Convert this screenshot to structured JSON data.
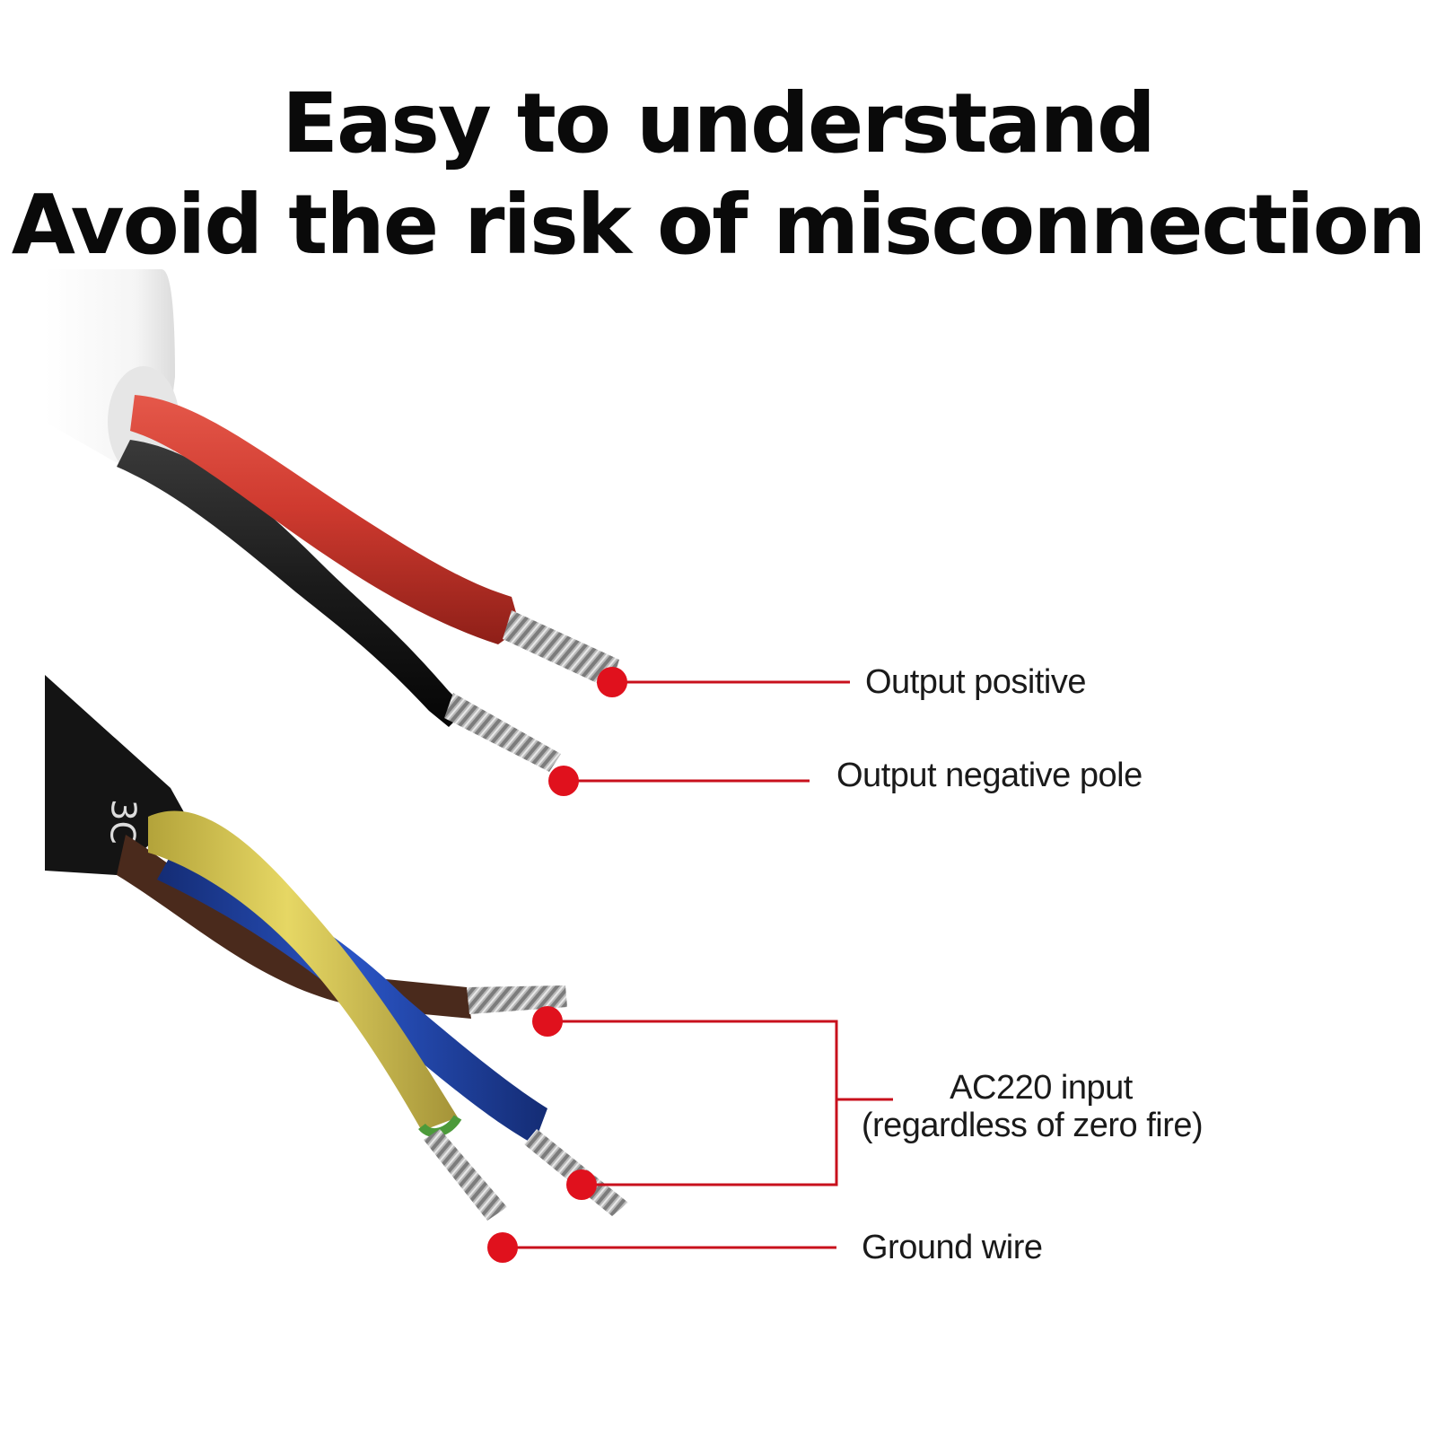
{
  "headline": {
    "line1": "Easy to understand",
    "line2": "Avoid the risk of misconnection"
  },
  "cable_marking": "3C",
  "labels": {
    "output_positive": "Output positive",
    "output_negative": "Output negative pole",
    "ac_input_line1": "AC220 input",
    "ac_input_line2": "(regardless of zero fire)",
    "ground_wire": "Ground wire"
  },
  "colors": {
    "marker": "#e0111d",
    "leader_line": "#c8101c",
    "red_wire": "#cf3a2f",
    "black_wire": "#1b1b1b",
    "brown_wire": "#4a2a1c",
    "blue_wire": "#1d3f9a",
    "yellow_green_wire": "#d8c64d",
    "white_sheath": "#f4f4f4",
    "black_sheath": "#141414"
  }
}
